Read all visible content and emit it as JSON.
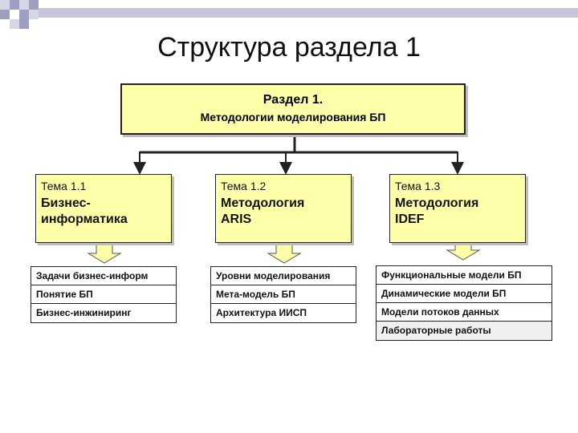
{
  "title": "Структура раздела 1",
  "section": {
    "line1": "Раздел 1.",
    "line2": "Методологии моделирования БП"
  },
  "topics": [
    {
      "number": "Тема 1.1",
      "name_line1": "Бизнес-",
      "name_line2": "информатика",
      "items": [
        "Задачи бизнес-информ",
        "Понятие БП",
        "Бизнес-инжиниринг"
      ]
    },
    {
      "number": "Тема 1.2",
      "name_line1": "Методология",
      "name_line2": "ARIS",
      "items": [
        "Уровни моделирования",
        "Мета-модель БП",
        "Архитектура ИИСП"
      ]
    },
    {
      "number": "Тема 1.3",
      "name_line1": "Методология",
      "name_line2": "IDEF",
      "items": [
        "Функциональные модели БП",
        "Динамические модели БП",
        "Модели потоков данных",
        "Лабораторные работы"
      ]
    }
  ],
  "colors": {
    "box_fill": "#ffffaa",
    "arrow_fill": "#ffffaa",
    "decor": "#9e9ec0"
  }
}
